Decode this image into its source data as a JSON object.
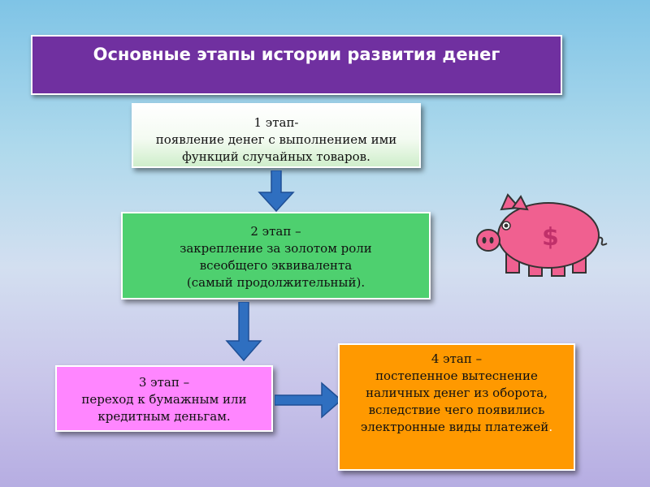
{
  "title": "Основные этапы истории развития денег",
  "stages": [
    {
      "lines": [
        "1 этап-",
        "появление денег с выполнением ими",
        "функций случайных товаров."
      ]
    },
    {
      "lines": [
        "2 этап –",
        "закрепление за золотом роли",
        "всеобщего эквивалента",
        "(самый продолжительный)."
      ]
    },
    {
      "lines": [
        "3 этап –",
        "переход к бумажным или",
        "кредитным деньгам."
      ]
    },
    {
      "lines": [
        "4 этап –",
        "постепенное вытеснение",
        "наличных денег из оборота,",
        "вследствие чего появились",
        "электронные виды платежей"
      ],
      "trailing": "."
    }
  ],
  "colors": {
    "title_bg": "#7030a0",
    "stage1_bg": "#ffffff",
    "stage2_bg": "#4ed06f",
    "stage3_bg": "#ff86ff",
    "stage4_bg": "#ff9900",
    "arrow": "#2f6fc0",
    "piggy": "#f06090"
  },
  "icons": [
    "arrow-down-icon",
    "arrow-right-icon",
    "piggy-bank-icon"
  ]
}
